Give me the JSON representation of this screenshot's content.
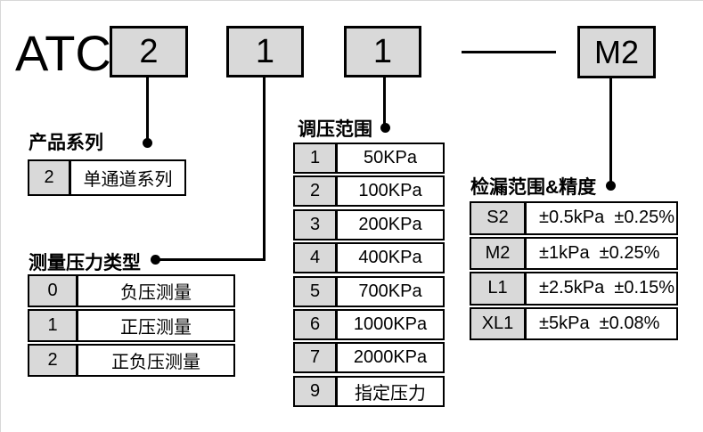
{
  "colors": {
    "box_fill": "#d9d9d9",
    "line": "#000000",
    "background": "#ffffff"
  },
  "model_code": {
    "prefix": "ATC",
    "segment1": "2",
    "segment2": "1",
    "segment3": "1",
    "suffix": "M2"
  },
  "sections": {
    "product_series": {
      "title": "产品系列",
      "rows": [
        {
          "code": "2",
          "label": "单通道系列"
        }
      ]
    },
    "pressure_type": {
      "title": "测量压力类型",
      "rows": [
        {
          "code": "0",
          "label": "负压测量"
        },
        {
          "code": "1",
          "label": "正压测量"
        },
        {
          "code": "2",
          "label": "正负压测量"
        }
      ]
    },
    "regulation_range": {
      "title": "调压范围",
      "rows": [
        {
          "code": "1",
          "label": "50KPa"
        },
        {
          "code": "2",
          "label": "100KPa"
        },
        {
          "code": "3",
          "label": "200KPa"
        },
        {
          "code": "4",
          "label": "400KPa"
        },
        {
          "code": "5",
          "label": "700KPa"
        },
        {
          "code": "6",
          "label": "1000KPa"
        },
        {
          "code": "7",
          "label": "2000KPa"
        },
        {
          "code": "9",
          "label": "指定压力"
        }
      ]
    },
    "leak_range": {
      "title": "检漏范围&精度",
      "rows": [
        {
          "code": "S2",
          "label": "±0.5kPa  ±0.25%"
        },
        {
          "code": "M2",
          "label": "±1kPa  ±0.25%"
        },
        {
          "code": "L1",
          "label": "±2.5kPa  ±0.15%"
        },
        {
          "code": "XL1",
          "label": "±5kPa  ±0.08%"
        }
      ]
    }
  }
}
